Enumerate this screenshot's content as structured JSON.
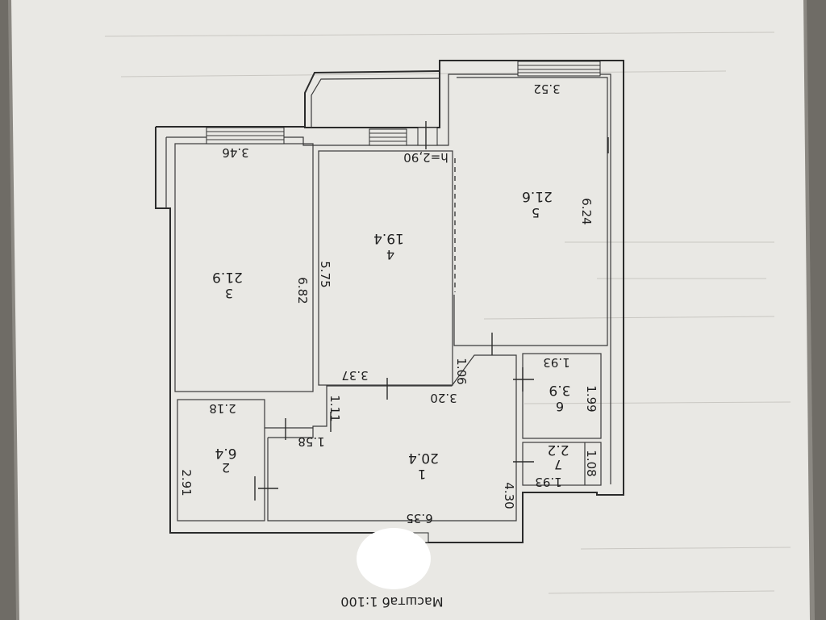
{
  "plan": {
    "scale_label": "Масштаб 1:100",
    "ceiling_height": "h=2,90",
    "rooms": [
      {
        "id": "1",
        "number": "1",
        "area": "20.4"
      },
      {
        "id": "2",
        "number": "2",
        "area": "6.4"
      },
      {
        "id": "3",
        "number": "3",
        "area": "21.9"
      },
      {
        "id": "4",
        "number": "4",
        "area": "19.4"
      },
      {
        "id": "5",
        "number": "5",
        "area": "21.6"
      },
      {
        "id": "6",
        "number": "6",
        "area": "3.9"
      },
      {
        "id": "7",
        "number": "7",
        "area": "2.2"
      }
    ],
    "dimensions": [
      "3.52",
      "3.46",
      "6.24",
      "5.75",
      "6.82",
      "3.37",
      "3.20",
      "1.06",
      "1.11",
      "2.18",
      "1.58",
      "2.91",
      "4.30",
      "6.35",
      "1.93",
      "1.99",
      "1.08",
      "1.93"
    ]
  },
  "colors": {
    "paper": "#e9e8e4",
    "ink": "#1f1f1f",
    "background": "#6f6c66"
  }
}
